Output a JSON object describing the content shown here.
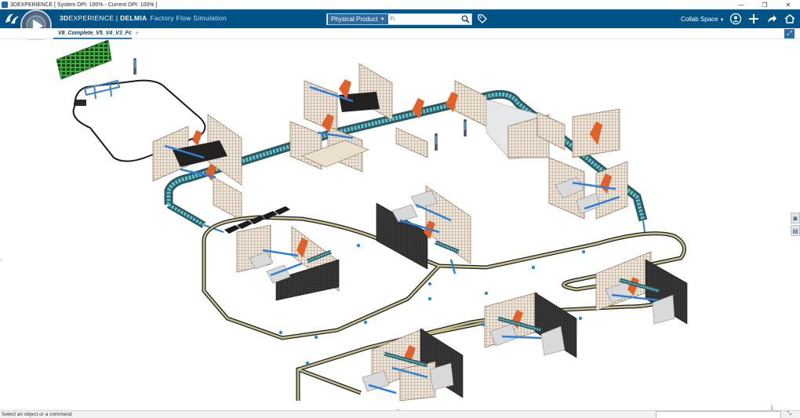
{
  "window": {
    "title": "3DEXPERIENCE [ System DPI: 100% - Current DPI: 100% ]",
    "minimize": "—",
    "restore": "❐",
    "close": "✕"
  },
  "brand": {
    "part1": "3D",
    "part2": "EXPERIENCE | ",
    "part3": "DELMIA",
    "app": "Factory Flow Simulation"
  },
  "search": {
    "scope": "Physical Product",
    "placeholder": "Fi"
  },
  "collab": {
    "label": "Collab Space"
  },
  "tabs": [
    {
      "label": "V8_Complete_V5_V4_V3_Fc"
    }
  ],
  "status": {
    "message": "Select an object or a command"
  },
  "icons": {
    "logo": "ds-logo-icon",
    "search": "search-icon",
    "tag": "tag-icon",
    "user": "user-icon",
    "add": "add-icon",
    "share": "share-icon",
    "help": "help-icon",
    "maximize": "maximize-icon"
  },
  "colors": {
    "topbar": "#005386",
    "conveyor": "#2f7f8c",
    "robot": "#e0622a",
    "fence": "#8a6f55",
    "agv_path": "#b8b38a"
  }
}
